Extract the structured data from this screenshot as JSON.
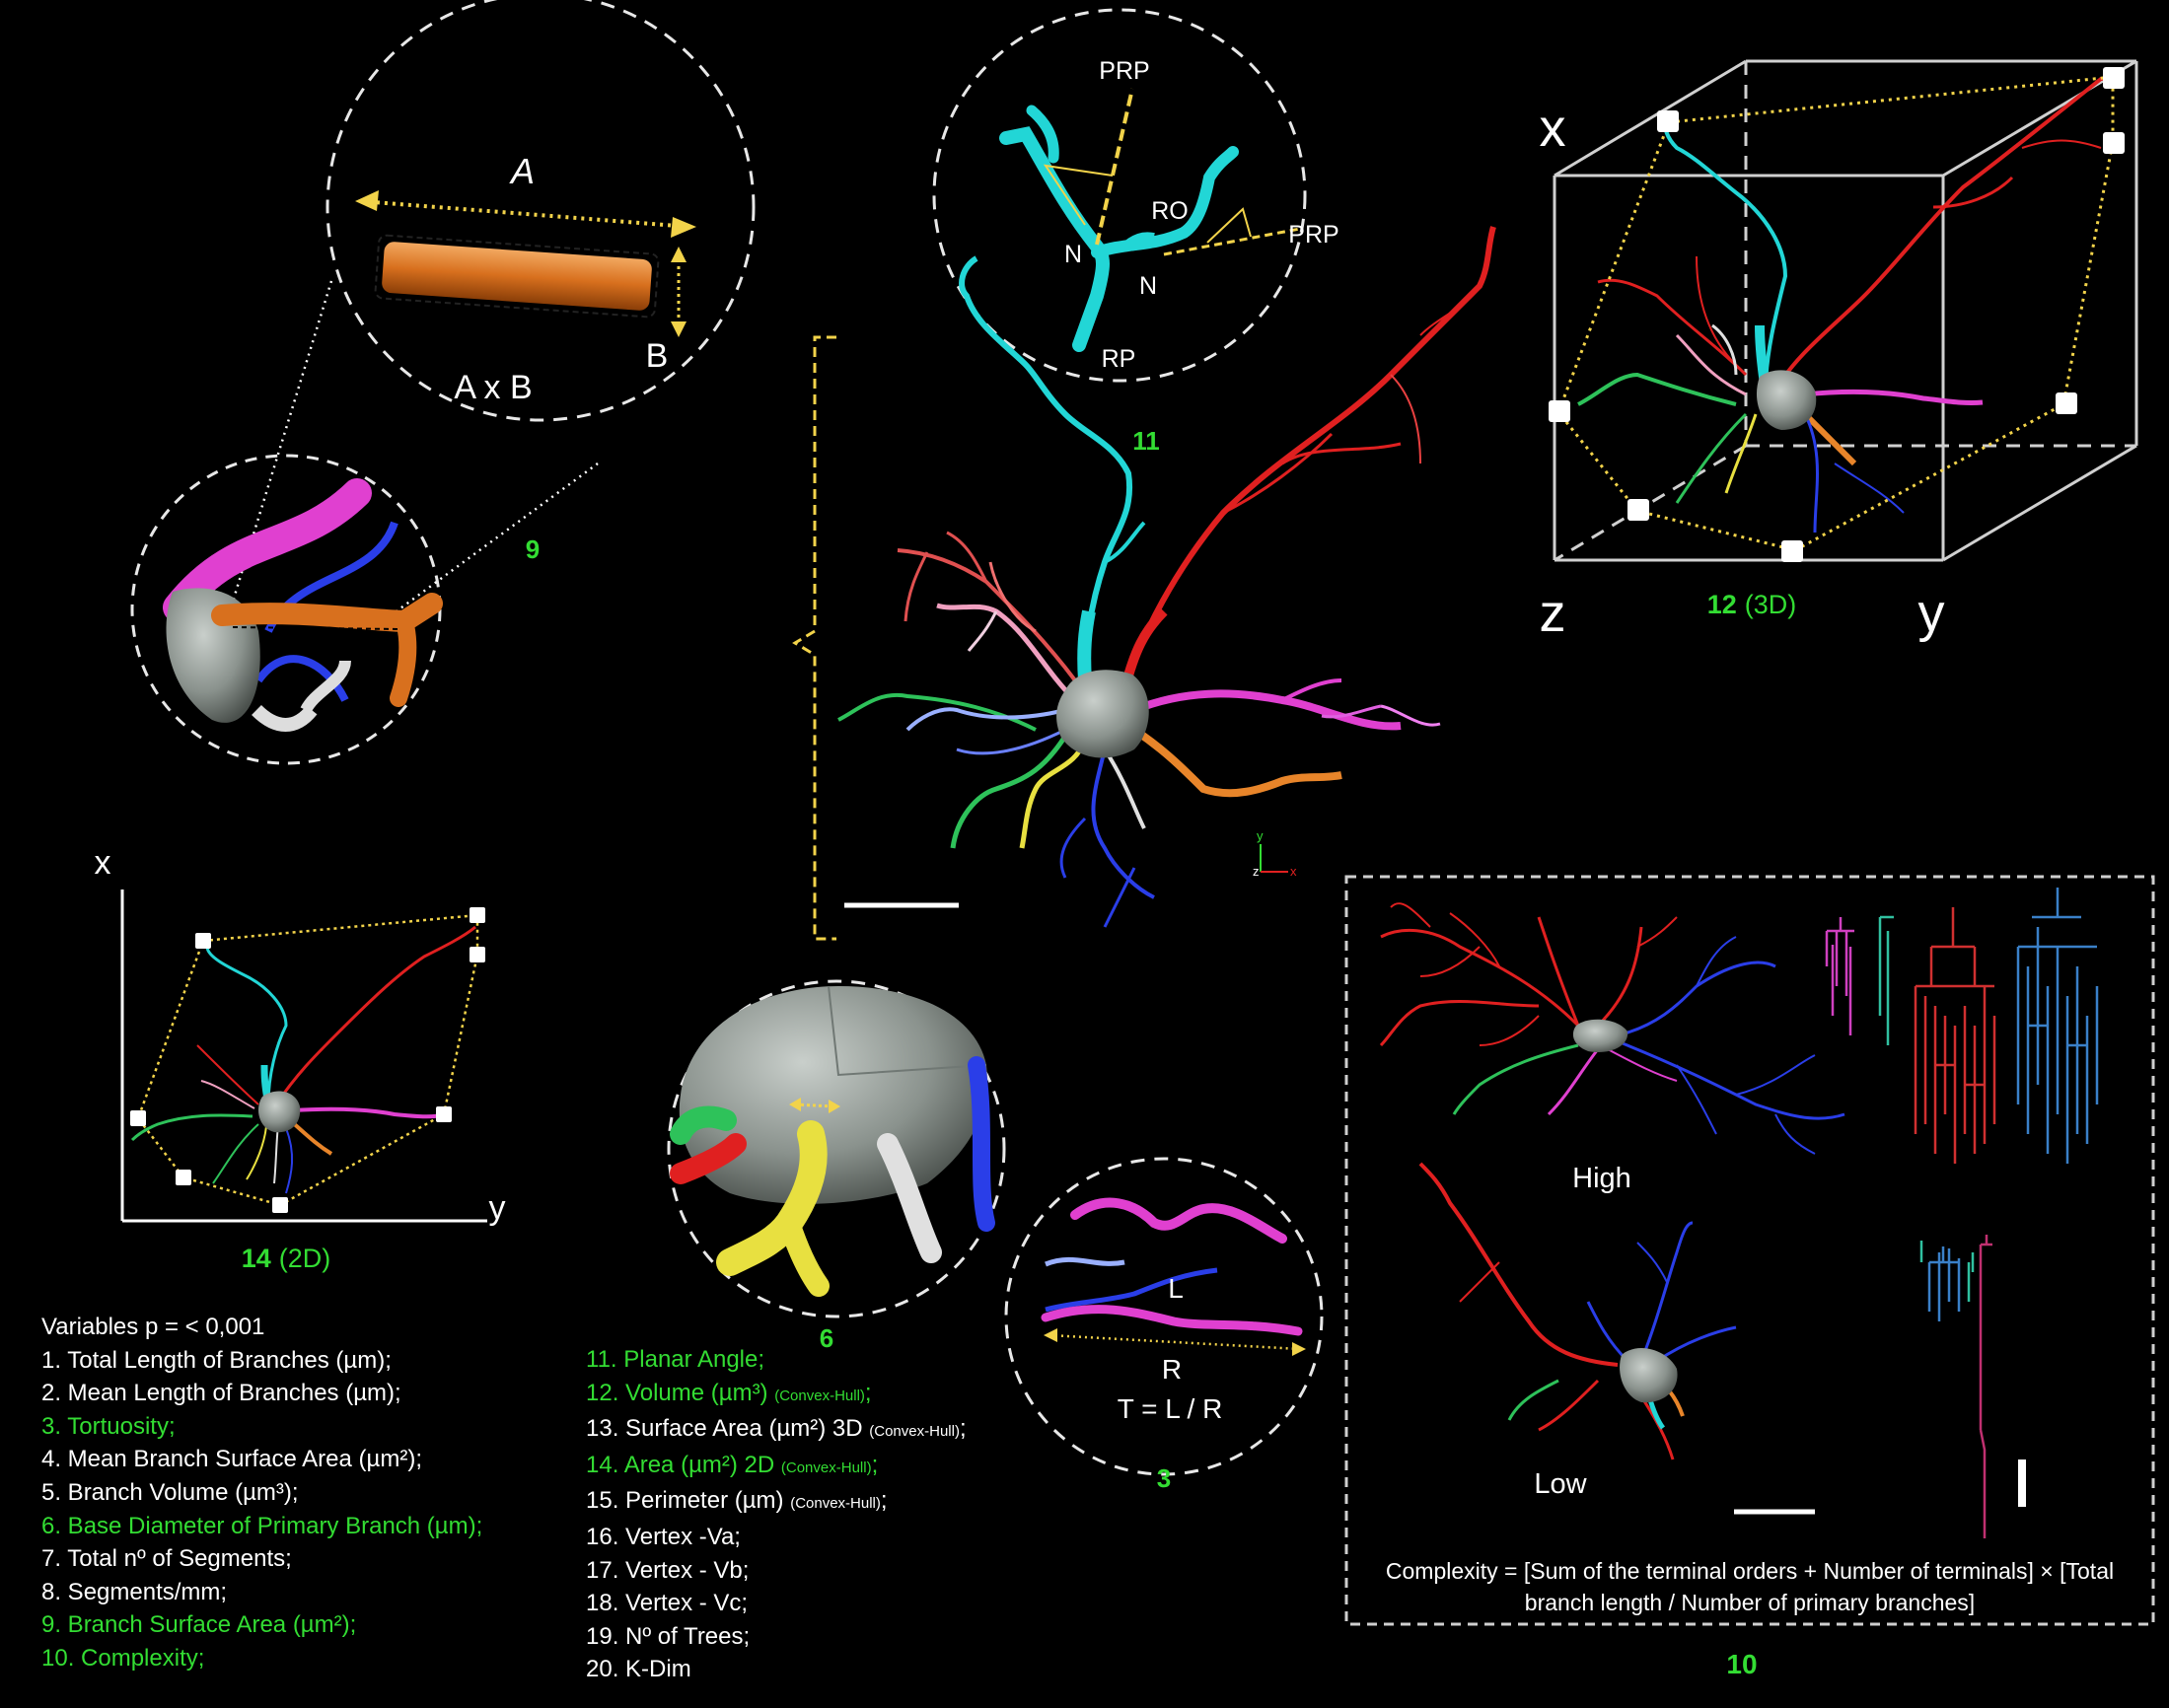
{
  "panels": {
    "p9": {
      "number": "9",
      "length_label": "A",
      "height_label": "B",
      "formula": "A x B"
    },
    "p11": {
      "number": "11",
      "labels": {
        "prp_top": "PRP",
        "prp_right": "PRP",
        "ro": "RO",
        "n_left": "N",
        "n_right": "N",
        "rp": "RP"
      }
    },
    "p12": {
      "number": "12",
      "suffix": "(3D)",
      "axis_x": "x",
      "axis_y": "y",
      "axis_z": "z"
    },
    "p14": {
      "number": "14",
      "suffix": "(2D)",
      "axis_x": "x",
      "axis_y": "y"
    },
    "p6": {
      "number": "6"
    },
    "p3": {
      "number": "3",
      "r_label": "R",
      "l_label": "L",
      "formula": "T = L / R"
    },
    "p10": {
      "number": "10",
      "high_label": "High",
      "low_label": "Low",
      "formula": "Complexity = [Sum of the terminal orders + Number of terminals] × [Total branch length / Number of primary branches]"
    },
    "axes_gizmo": {
      "y": "y",
      "z": "z",
      "x": "x"
    }
  },
  "variables": {
    "heading": "Variables p = < 0,001",
    "left_column": [
      {
        "text": "1. Total Length of Branches (µm);",
        "highlight": false
      },
      {
        "text": "2. Mean Length of Branches (µm);",
        "highlight": false
      },
      {
        "text": "3. Tortuosity;",
        "highlight": true
      },
      {
        "text": "4. Mean Branch Surface Area (µm²);",
        "highlight": false
      },
      {
        "text": "5. Branch Volume (µm³);",
        "highlight": false
      },
      {
        "text": "6. Base Diameter of Primary Branch (µm);",
        "highlight": true
      },
      {
        "text": "7. Total nº of Segments;",
        "highlight": false
      },
      {
        "text": "8. Segments/mm;",
        "highlight": false
      },
      {
        "text": "9. Branch Surface Area (µm²);",
        "highlight": true
      },
      {
        "text": "10. Complexity;",
        "highlight": true
      }
    ],
    "right_column": [
      {
        "text": "11. Planar Angle;",
        "note": "",
        "tail": "",
        "highlight": true
      },
      {
        "text": "12. Volume (µm³) ",
        "note": "(Convex-Hull)",
        "tail": ";",
        "highlight": true
      },
      {
        "text": "13. Surface Area (µm²) 3D ",
        "note": "(Convex-Hull)",
        "tail": ";",
        "highlight": false
      },
      {
        "text": "14. Area (µm²) 2D ",
        "note": "(Convex-Hull)",
        "tail": ";",
        "highlight": true
      },
      {
        "text": "15. Perimeter (µm) ",
        "note": "(Convex-Hull)",
        "tail": ";",
        "highlight": false
      },
      {
        "text": "16. Vertex -Va;",
        "note": "",
        "tail": "",
        "highlight": false
      },
      {
        "text": "17. Vertex - Vb;",
        "note": "",
        "tail": "",
        "highlight": false
      },
      {
        "text": "18. Vertex - Vc;",
        "note": "",
        "tail": "",
        "highlight": false
      },
      {
        "text": "19. Nº of Trees;",
        "note": "",
        "tail": "",
        "highlight": false
      },
      {
        "text": "20. K-Dim",
        "note": "",
        "tail": "",
        "highlight": false
      }
    ]
  },
  "colors": {
    "background": "#000000",
    "highlight_green": "#33dd33",
    "guide_yellow": "#f2d34a",
    "soma_gray": "#8c9590",
    "branch_cyan": "#22d6d6",
    "branch_red": "#e02020",
    "branch_magenta": "#e040d0",
    "branch_blue": "#2a3ee8",
    "branch_orange": "#e8852a",
    "branch_yellow": "#e8e040",
    "branch_green": "#2ec25a"
  }
}
